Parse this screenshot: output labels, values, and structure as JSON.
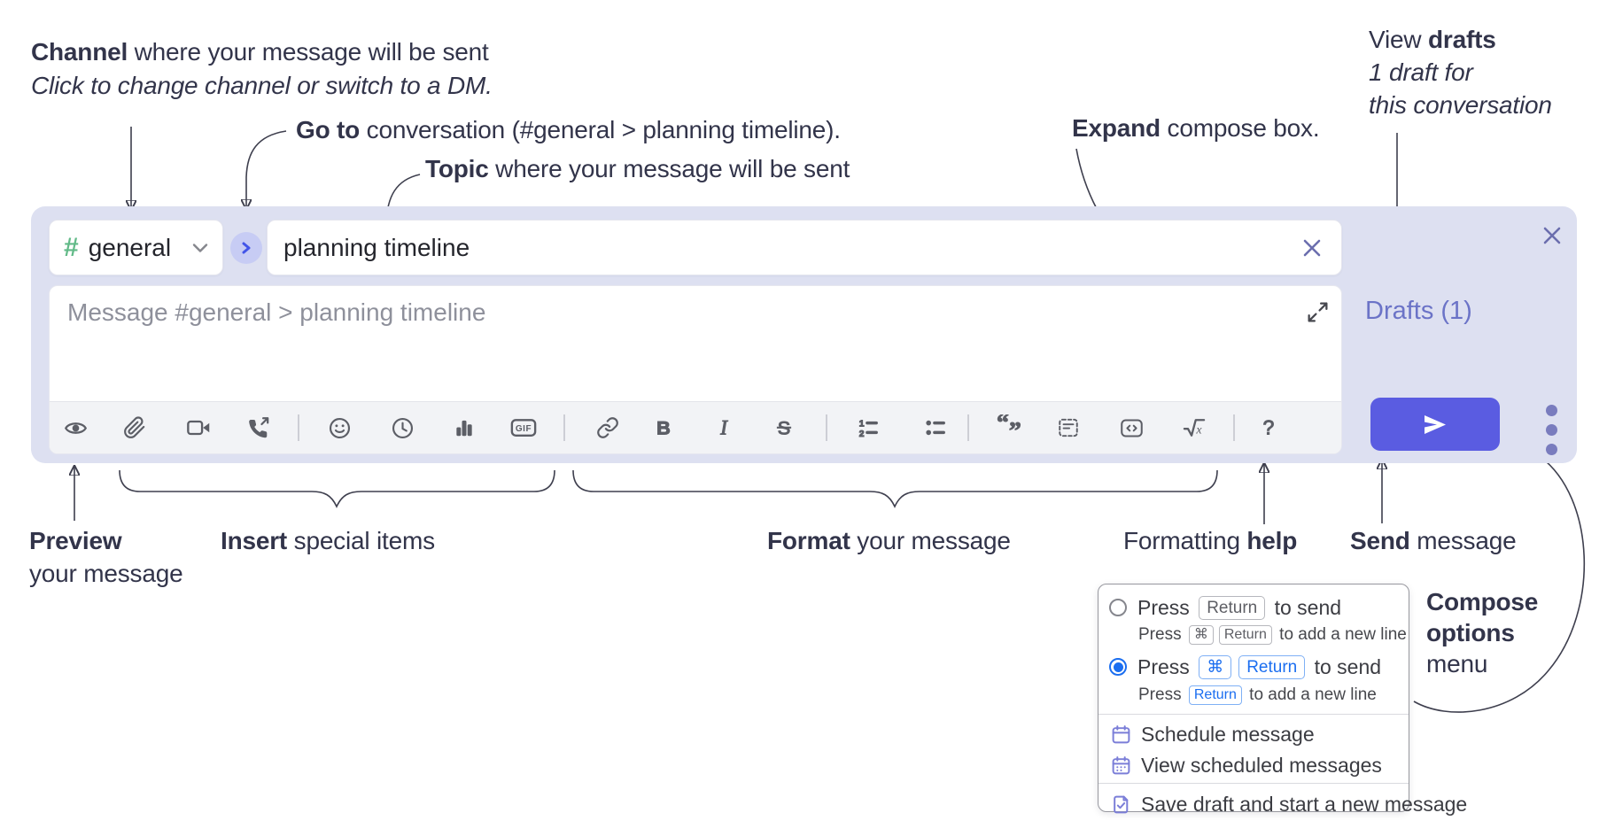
{
  "annotations": {
    "channel": {
      "bold": "Channel",
      "rest": " where your message will be sent",
      "line2": "Click to change channel or switch to a DM."
    },
    "goto": {
      "bold": "Go to",
      "rest": " conversation (#general > planning timeline)."
    },
    "topic": {
      "bold": "Topic",
      "rest": " where your message will be sent"
    },
    "expand": {
      "bold": "Expand",
      "rest": " compose box."
    },
    "view_drafts": {
      "pre": "View ",
      "bold": "drafts",
      "line2": "1 draft for",
      "line3": "this conversation"
    },
    "preview": {
      "bold": "Preview",
      "line2": "your message"
    },
    "insert": {
      "bold": "Insert",
      "rest": " special items"
    },
    "format": {
      "bold": "Format",
      "rest": " your message"
    },
    "formatting_help": {
      "pre": "Formatting ",
      "bold": "help"
    },
    "send": {
      "bold": "Send",
      "rest": " message"
    },
    "compose_options": {
      "line1": "Compose",
      "line2": "options",
      "line3": "menu"
    }
  },
  "composer": {
    "channel": {
      "hash": "#",
      "name": "general"
    },
    "topic_value": "planning timeline",
    "message_placeholder": "Message #general > planning timeline",
    "drafts_label": "Drafts (1)",
    "gif_label": "GIF",
    "toolbar_icons": [
      "preview-eye",
      "attachment",
      "video",
      "audio-call",
      "emoji",
      "recents-clock",
      "poll-chart",
      "gif",
      "link",
      "bold",
      "italic",
      "strikethrough",
      "ordered-list",
      "bulleted-list",
      "blockquote",
      "code-block",
      "code-snippet",
      "formula",
      "help"
    ]
  },
  "compose_menu": {
    "option_return": {
      "press": "Press ",
      "key_return": "Return",
      "tail": " to send",
      "sub_press": "Press ",
      "sub_key_cmd": "⌘",
      "sub_key_return": "Return",
      "sub_tail": " to add a new line",
      "selected": false
    },
    "option_cmd_return": {
      "press": "Press ",
      "key_cmd": "⌘",
      "key_return": "Return",
      "tail": " to send",
      "sub_press": "Press ",
      "sub_key_return": "Return",
      "sub_tail": " to add a new line",
      "selected": true
    },
    "items": [
      {
        "icon": "calendar-icon",
        "label": "Schedule message"
      },
      {
        "icon": "calendar-scheduled-icon",
        "label": "View scheduled messages"
      },
      {
        "icon": "save-draft-icon",
        "label": "Save draft and start a new message"
      }
    ]
  },
  "colors": {
    "accent_send": "#5a5ce1",
    "panel": "#dde0f1",
    "link_purple": "#6b73c7",
    "menu_icon_purple": "#7b7ed8",
    "kbd_blue": "#1b6ef0",
    "hash_green": "#62ba88",
    "icon_gray": "#5c5e66",
    "annotation_ink": "#32344a"
  }
}
